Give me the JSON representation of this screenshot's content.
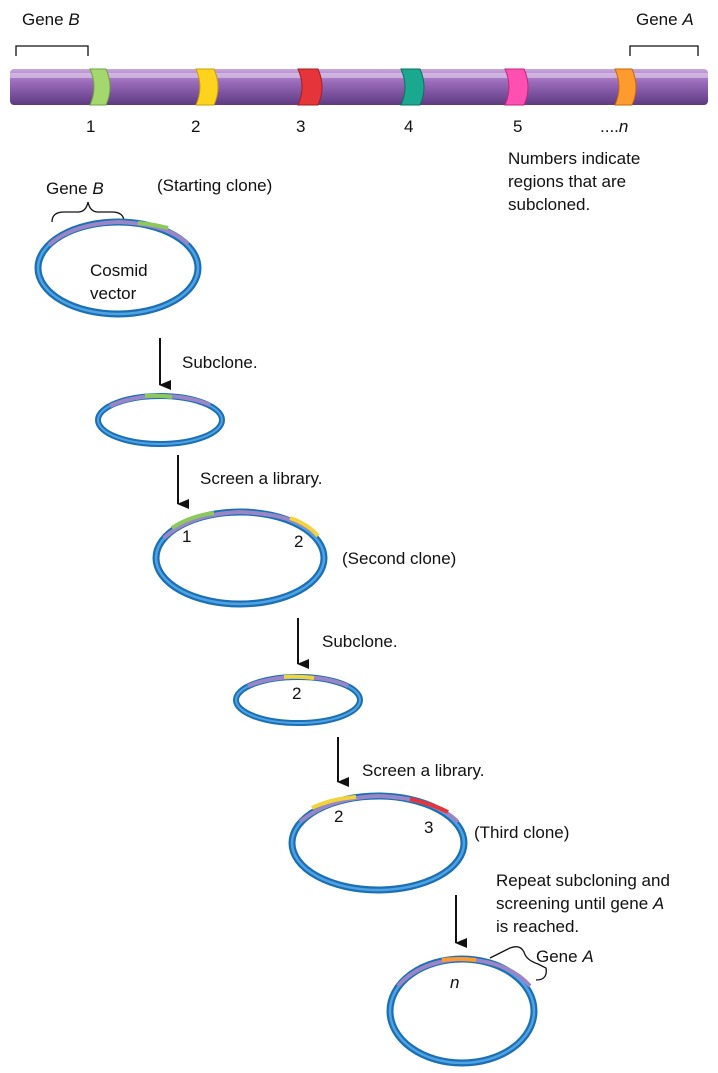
{
  "chromosome": {
    "gene_b_label": {
      "text": "Gene ",
      "italic": "B"
    },
    "gene_a_label": {
      "text": "Gene ",
      "italic": "A"
    },
    "region_numbers": [
      "1",
      "2",
      "3",
      "4",
      "5"
    ],
    "last_region": {
      "prefix": "....",
      "italic": "n"
    },
    "band_colors": [
      "#9fd66a",
      "#ffd21e",
      "#e8363a",
      "#1aa88f",
      "#ff4fb0",
      "#ff9a2e"
    ],
    "bar_color": "#8a5aa8",
    "note_lines": [
      "Numbers indicate",
      "regions that are",
      "subcloned."
    ]
  },
  "steps": {
    "starting_gene_label": {
      "text": "Gene ",
      "italic": "B"
    },
    "starting_clone": "(Starting clone)",
    "cosmid_lines": [
      "Cosmid",
      "vector"
    ],
    "subclone_1": "Subclone.",
    "screen_1": "Screen a library.",
    "second_clone": "(Second clone)",
    "second_clone_marks": [
      "1",
      "2"
    ],
    "subclone_2": "Subclone.",
    "subclone_2_mark": "2",
    "screen_2": "Screen a library.",
    "third_clone": "(Third clone)",
    "third_clone_marks": [
      "2",
      "3"
    ],
    "repeat_lines": [
      {
        "text": "Repeat subcloning and"
      },
      {
        "text": "screening until gene ",
        "italic": "A"
      },
      {
        "text": "is reached."
      }
    ],
    "final_mark": "n",
    "final_gene_label": {
      "text": "Gene ",
      "italic": "A"
    }
  },
  "colors": {
    "ring_blue": "#1f7cc8",
    "insert_purple": "#9a86c6",
    "arrow": "#111111"
  }
}
